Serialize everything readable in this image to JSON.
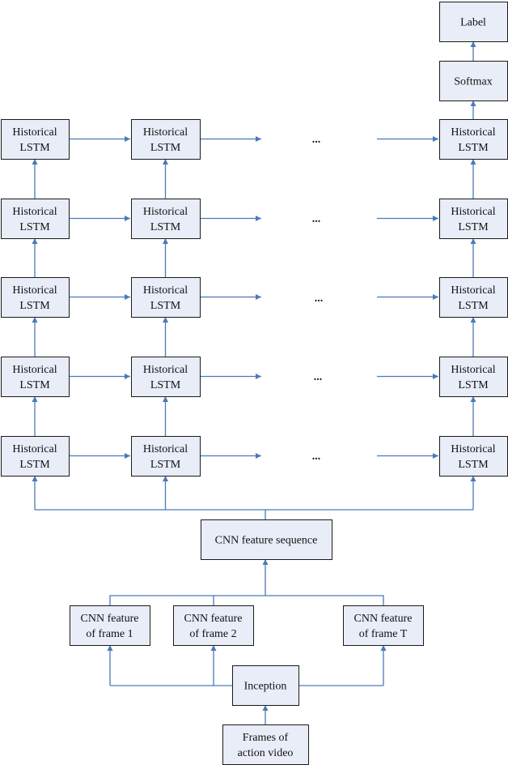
{
  "colors": {
    "box_fill": "#e9edf7",
    "box_border": "#1a1a1a",
    "arrow": "#4a7ab8"
  },
  "label": "Label",
  "softmax": "Softmax",
  "lstm": [
    "Historical",
    "LSTM"
  ],
  "ellipsis": "...",
  "cnn_sequence": "CNN feature sequence",
  "cnn_frames": [
    [
      "CNN feature",
      "of frame 1"
    ],
    [
      "CNN feature",
      "of frame 2"
    ],
    [
      "CNN feature",
      "of frame T"
    ]
  ],
  "inception": "Inception",
  "input": [
    "Frames of",
    "action video"
  ]
}
